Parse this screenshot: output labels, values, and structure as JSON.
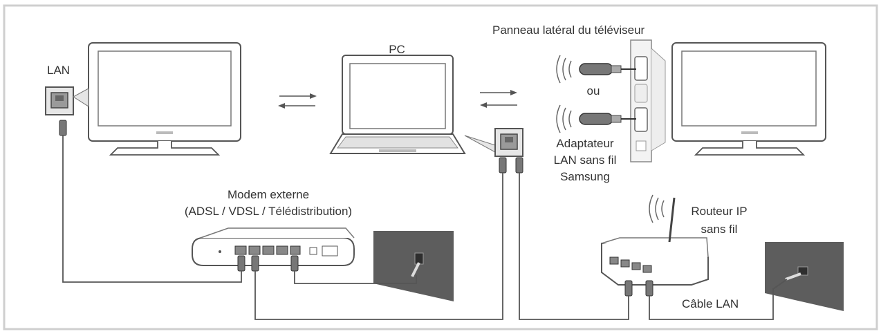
{
  "labels": {
    "lan": "LAN",
    "pc": "PC",
    "tv_side_panel": "Panneau latéral du téléviseur",
    "ou": "ou",
    "adapter_line1": "Adaptateur",
    "adapter_line2": "LAN sans fil",
    "adapter_line3": "Samsung",
    "modem_line1": "Modem externe",
    "modem_line2": "(ADSL / VDSL / Télédistribution)",
    "router_line1": "Routeur IP",
    "router_line2": "sans fil",
    "cable": "Câble LAN"
  },
  "colors": {
    "line": "#555555",
    "device_fill": "#ffffff",
    "screen_border": "#666666",
    "wall": "#5d5d5d",
    "port": "#8a8a8a",
    "frame": "#cfcfcf"
  }
}
